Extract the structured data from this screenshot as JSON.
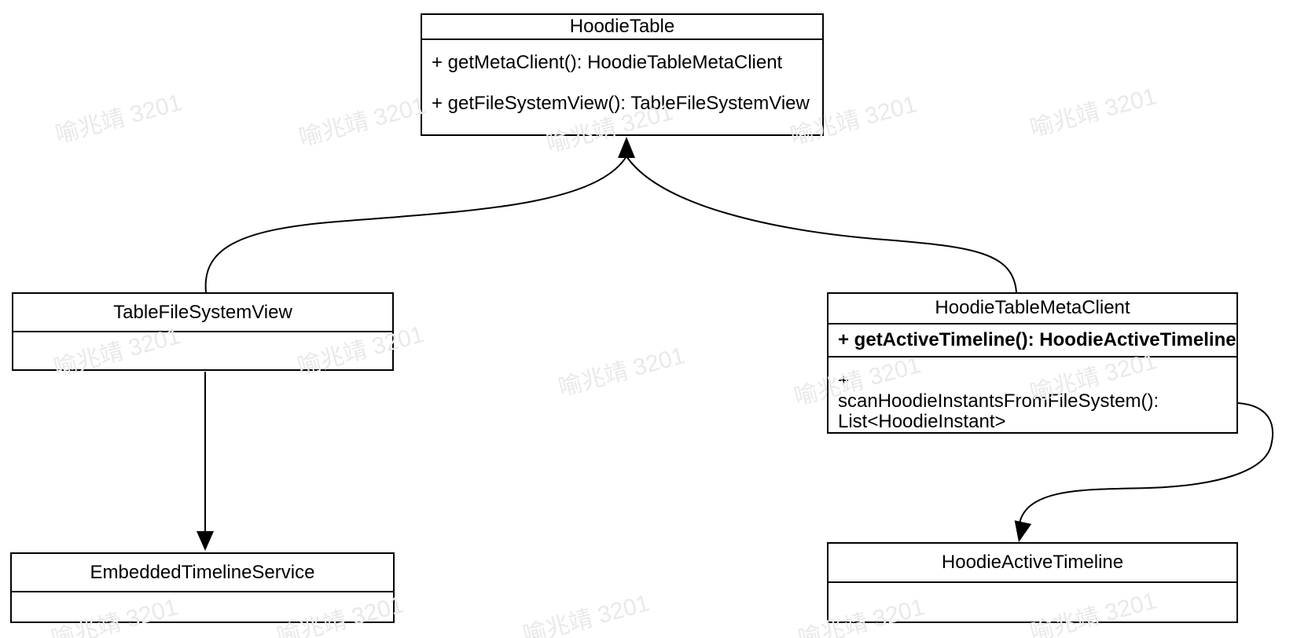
{
  "diagram": {
    "type": "uml-class-diagram",
    "classes": {
      "hoodie_table": {
        "title": "HoodieTable",
        "methods": [
          "+ getMetaClient(): HoodieTableMetaClient",
          "+ getFileSystemView(): TableFileSystemView"
        ]
      },
      "table_file_system_view": {
        "title": "TableFileSystemView",
        "methods": []
      },
      "hoodie_table_meta_client": {
        "title": "HoodieTableMetaClient",
        "methods": [
          "+ getActiveTimeline(): HoodieActiveTimeline",
          "+ scanHoodieInstantsFromFileSystem(): List<HoodieInstant>"
        ]
      },
      "embedded_timeline_service": {
        "title": "EmbeddedTimelineService",
        "methods": []
      },
      "hoodie_active_timeline": {
        "title": "HoodieActiveTimeline",
        "methods": []
      }
    },
    "relationships": [
      {
        "from": "TableFileSystemView",
        "to": "HoodieTable",
        "arrow": "filled-triangle",
        "shape": "curved"
      },
      {
        "from": "HoodieTableMetaClient",
        "to": "HoodieTable",
        "arrow": "filled-triangle",
        "shape": "curved"
      },
      {
        "from": "TableFileSystemView",
        "to": "EmbeddedTimelineService",
        "arrow": "filled-triangle",
        "shape": "straight"
      },
      {
        "from": "HoodieTableMetaClient",
        "to": "HoodieActiveTimeline",
        "arrow": "filled-triangle",
        "shape": "s-curve"
      }
    ],
    "watermark": {
      "text": "喻兆靖 3201",
      "color": "#e9e9e9"
    },
    "colors": {
      "stroke": "#000000",
      "text": "#000000",
      "background": "#ffffff"
    }
  }
}
